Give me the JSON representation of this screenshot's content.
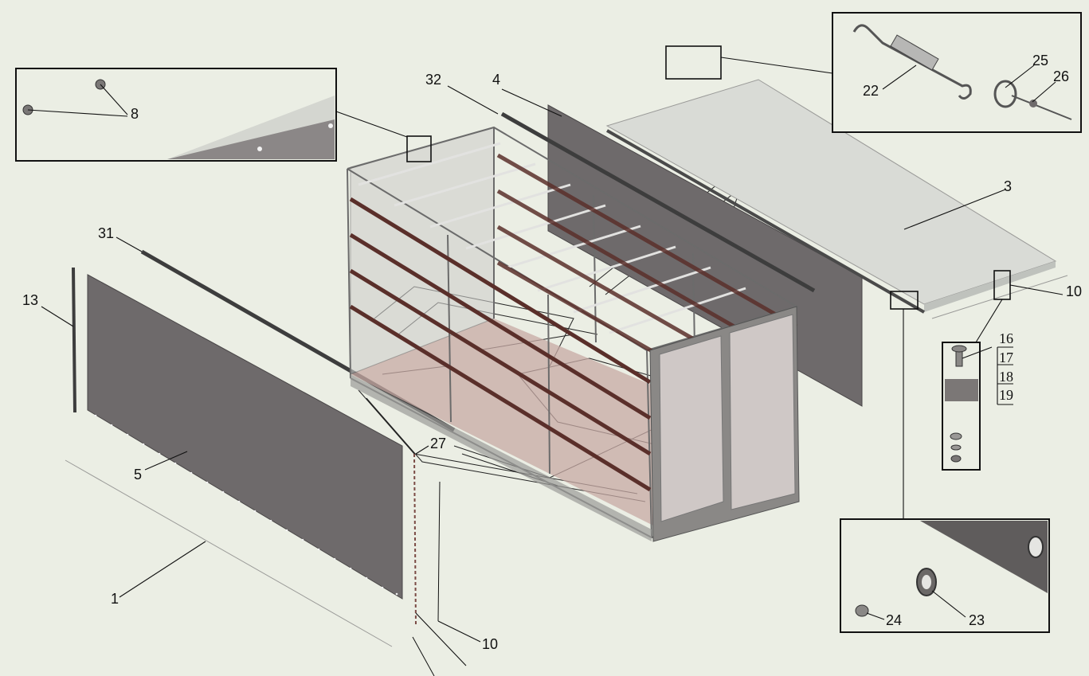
{
  "diagram": {
    "callouts": {
      "c1": "1",
      "c3": "3",
      "c4": "4",
      "c5": "5",
      "c8": "8",
      "c10a": "10",
      "c10b": "10",
      "c13": "13",
      "c16": "16",
      "c17": "17",
      "c18": "18",
      "c19": "19",
      "c22": "22",
      "c23": "23",
      "c24": "24",
      "c25": "25",
      "c26": "26",
      "c27": "27",
      "c31": "31",
      "c32": "32"
    },
    "colors": {
      "background": "#ebeee4",
      "curtain": "#6e6a6b",
      "roof": "#d9dbd6",
      "rail": "#5a2f2a",
      "door": "#cfc8c6"
    }
  }
}
